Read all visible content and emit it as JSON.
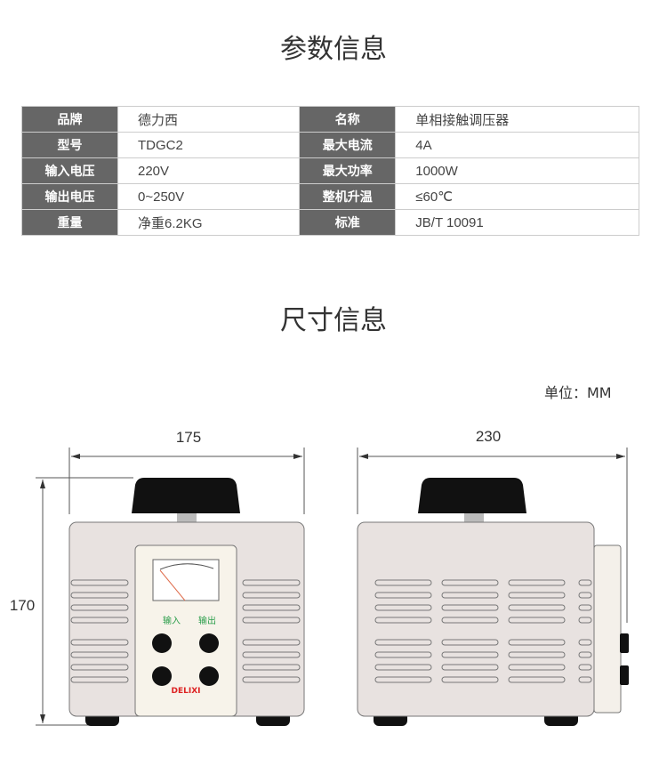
{
  "params": {
    "title": "参数信息",
    "rows": [
      {
        "k1": "品牌",
        "v1": "德力西",
        "k2": "名称",
        "v2": "单相接触调压器"
      },
      {
        "k1": "型号",
        "v1": "TDGC2",
        "k2": "最大电流",
        "v2": "4A"
      },
      {
        "k1": "输入电压",
        "v1": "220V",
        "k2": "最大功率",
        "v2": "1000W"
      },
      {
        "k1": "输出电压",
        "v1": "0~250V",
        "k2": "整机升温",
        "v2": "≤60℃"
      },
      {
        "k1": "重量",
        "v1": "净重6.2KG",
        "k2": "标准",
        "v2": "JB/T 10091"
      }
    ]
  },
  "dimensions": {
    "title": "尺寸信息",
    "unit": "单位：MM",
    "width": "175",
    "depth": "230",
    "height": "170",
    "panel": {
      "input": "输入",
      "output": "输出",
      "brand": "DELIXI"
    }
  }
}
